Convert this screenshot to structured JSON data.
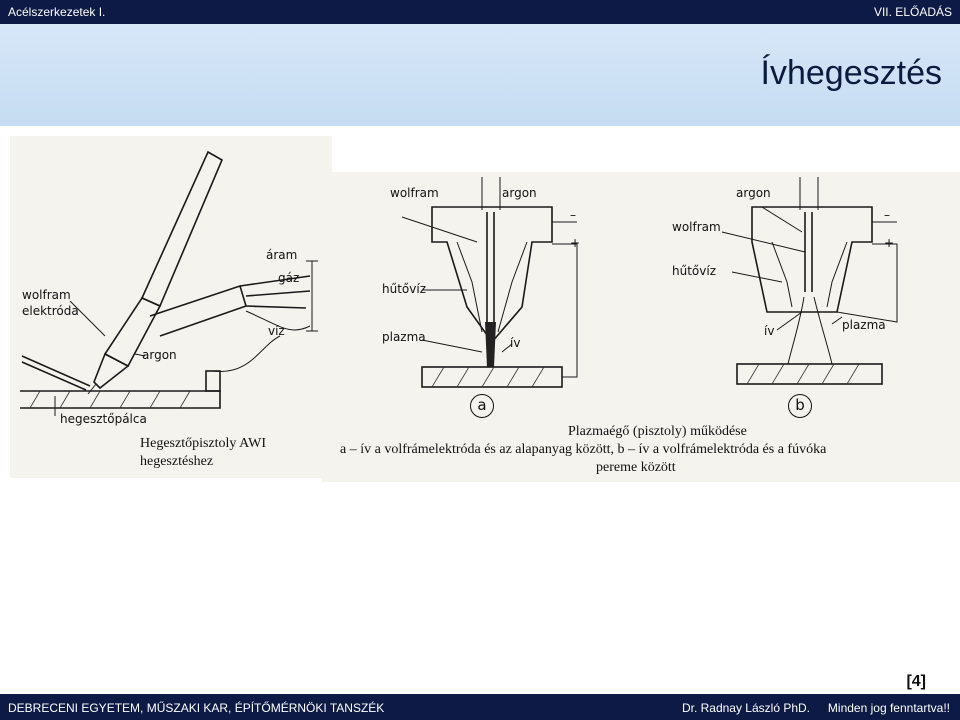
{
  "header": {
    "course": "Acélszerkezetek I.",
    "lecture": "VII. ELŐADÁS"
  },
  "slide": {
    "title": "Ívhegesztés",
    "reference": "[4]"
  },
  "figure_left": {
    "labels": {
      "aram": "áram",
      "gaz": "gáz",
      "viz": "víz",
      "wolfram": "wolfram",
      "elektroda": "elektróda",
      "argon": "argon",
      "hegesztopalca": "hegesztőpálca"
    },
    "caption_line1": "Hegesztőpisztoly AWI",
    "caption_line2": "hegesztéshez"
  },
  "figure_right": {
    "a": {
      "wolfram": "wolfram",
      "argon": "argon",
      "hutoviz": "hűtővíz",
      "plazma": "plazma",
      "iv": "ív",
      "minus": "–",
      "plus": "+",
      "marker": "a"
    },
    "b": {
      "argon": "argon",
      "wolfram": "wolfram",
      "hutoviz": "hűtővíz",
      "iv": "ív",
      "plazma": "plazma",
      "minus": "–",
      "plus": "+",
      "marker": "b"
    },
    "caption_title": "Plazmaégő (pisztoly) működése",
    "caption_line2": "a – ív a volfrámelektróda és az alapanyag között, b – ív a volfrámelektróda és a fúvóka",
    "caption_line3": "pereme között"
  },
  "footer": {
    "institution": "DEBRECENI EGYETEM, MŰSZAKI KAR, ÉPÍTŐMÉRNÖKI TANSZÉK",
    "author": "Dr. Radnay László PhD.",
    "rights": "Minden jog fenntartva!!"
  }
}
